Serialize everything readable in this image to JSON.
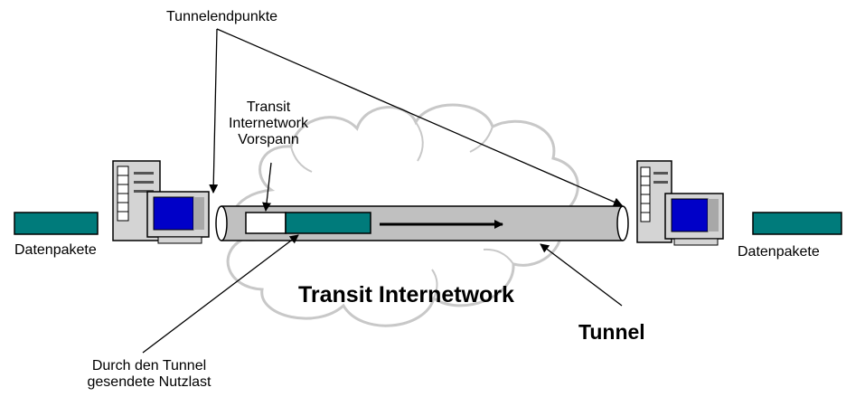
{
  "labels": {
    "tunnel_endpoints": "Tunnelendpunkte",
    "header_line1": "Transit",
    "header_line2": "Internetwork",
    "header_line3": "Vorspann",
    "packets_left": "Datenpakete",
    "packets_right": "Datenpakete",
    "transit_internetwork": "Transit Internetwork",
    "tunnel": "Tunnel",
    "payload_line1": "Durch den Tunnel",
    "payload_line2": "gesendete Nutzlast"
  },
  "colors": {
    "packet": "#007b7b",
    "tunnel_fill": "#c0c0c0",
    "cloud_outline": "#c8c8c8",
    "monitor_screen": "#0000c8",
    "computer_body": "#d4d4d4"
  },
  "icons": [
    "cloud-icon",
    "computer-left-icon",
    "computer-right-icon",
    "arrow-right-icon"
  ]
}
